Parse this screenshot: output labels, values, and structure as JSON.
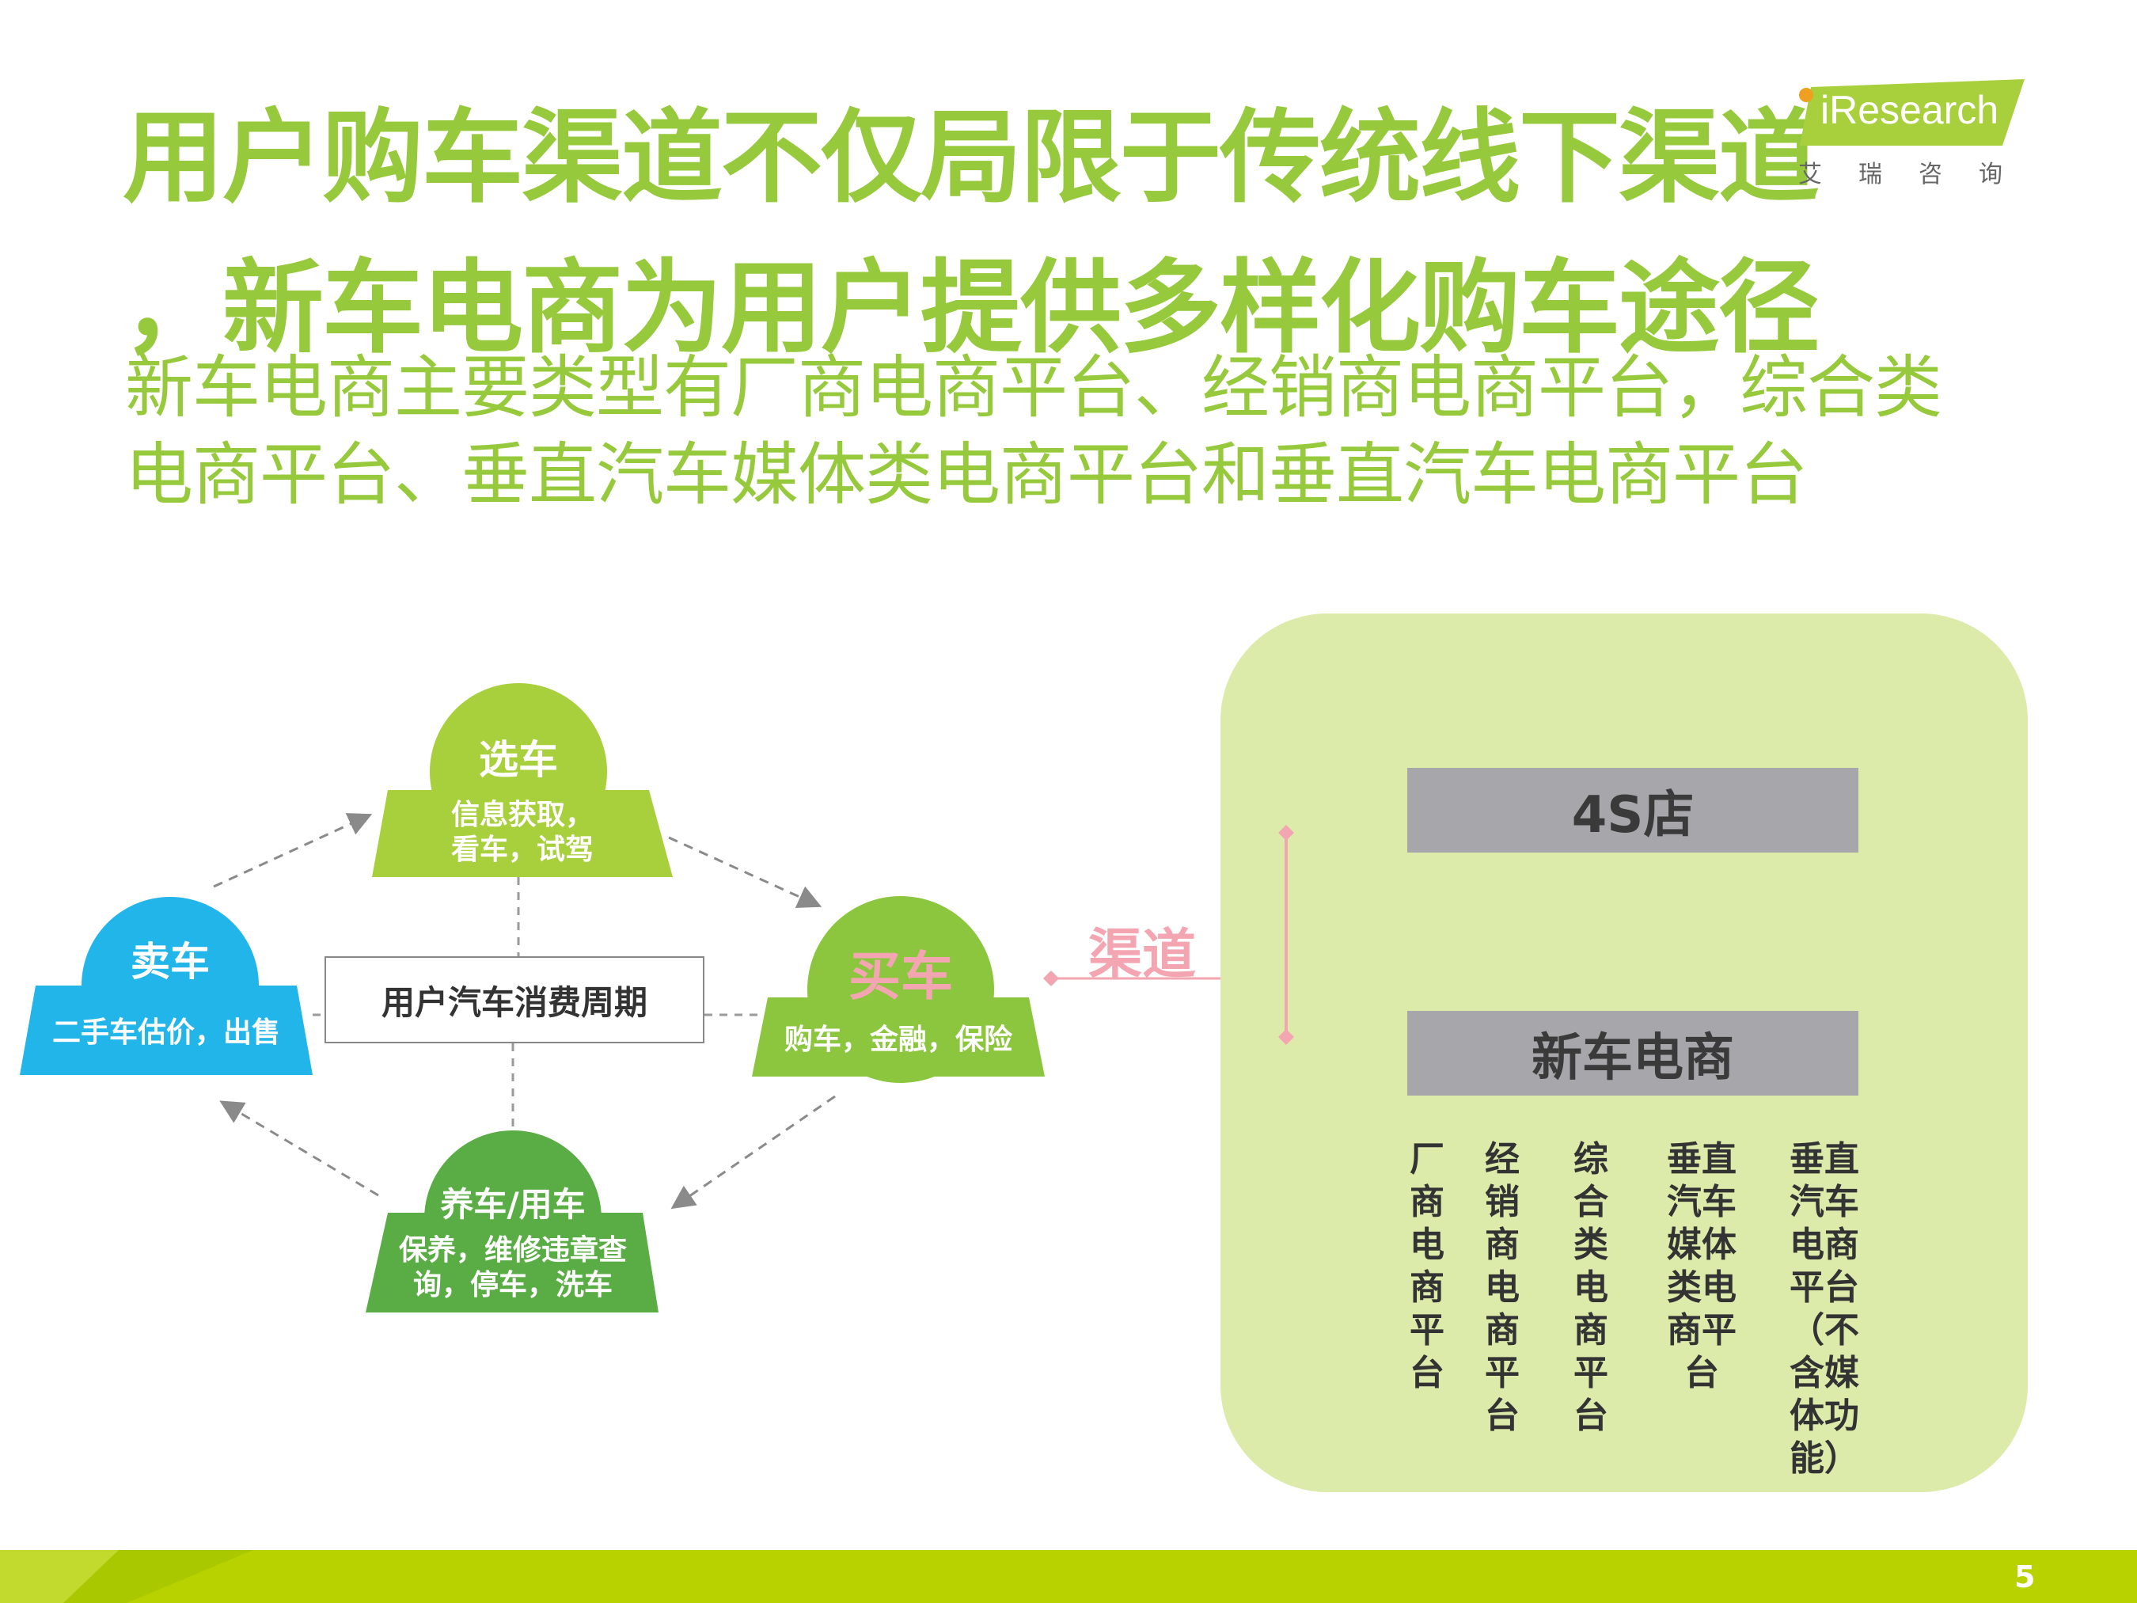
{
  "header": {
    "title_line1": "用户购车渠道不仅局限于传统线下渠道",
    "title_line2": "，新车电商为用户提供多样化购车途径",
    "subtitle_line1": "新车电商主要类型有厂商电商平台、经销商电商平台，综合类",
    "subtitle_line2": "电商平台、垂直汽车媒体类电商平台和垂直汽车电商平台"
  },
  "logo": {
    "word": "iResearch",
    "cn": "艾瑞咨询"
  },
  "cycle": {
    "center": "用户汽车消费周期",
    "select": {
      "title": "选车",
      "desc1": "信息获取，",
      "desc2": "看车，试驾"
    },
    "buy": {
      "title": "买车",
      "desc": "购车，金融，保险"
    },
    "maintain": {
      "title": "养车/用车",
      "desc1": "保养，维修违章查",
      "desc2": "询，停车，洗车"
    },
    "sell": {
      "title": "卖车",
      "desc": "二手车估价，出售"
    }
  },
  "channel_label": "渠道",
  "channels": {
    "store": "4S店",
    "ecommerce": "新车电商"
  },
  "ecommerce_types": [
    "厂商电商平台",
    "经销商电商平台",
    "综合类电商平台",
    "垂直汽车媒体类电商平台",
    "垂直汽车电商平台（不含媒体功能）"
  ],
  "page_number": "5",
  "colors": {
    "title_green": "#97c93d",
    "select_green": "#a8cf3c",
    "buy_green": "#8cc63f",
    "maintain_green": "#5aac44",
    "sell_blue": "#21b5ea",
    "buy_title_pink": "#f3a6b2",
    "panel": "#dcebaa",
    "gray_box": "#a6a6ab",
    "footer": "#b8d200"
  }
}
